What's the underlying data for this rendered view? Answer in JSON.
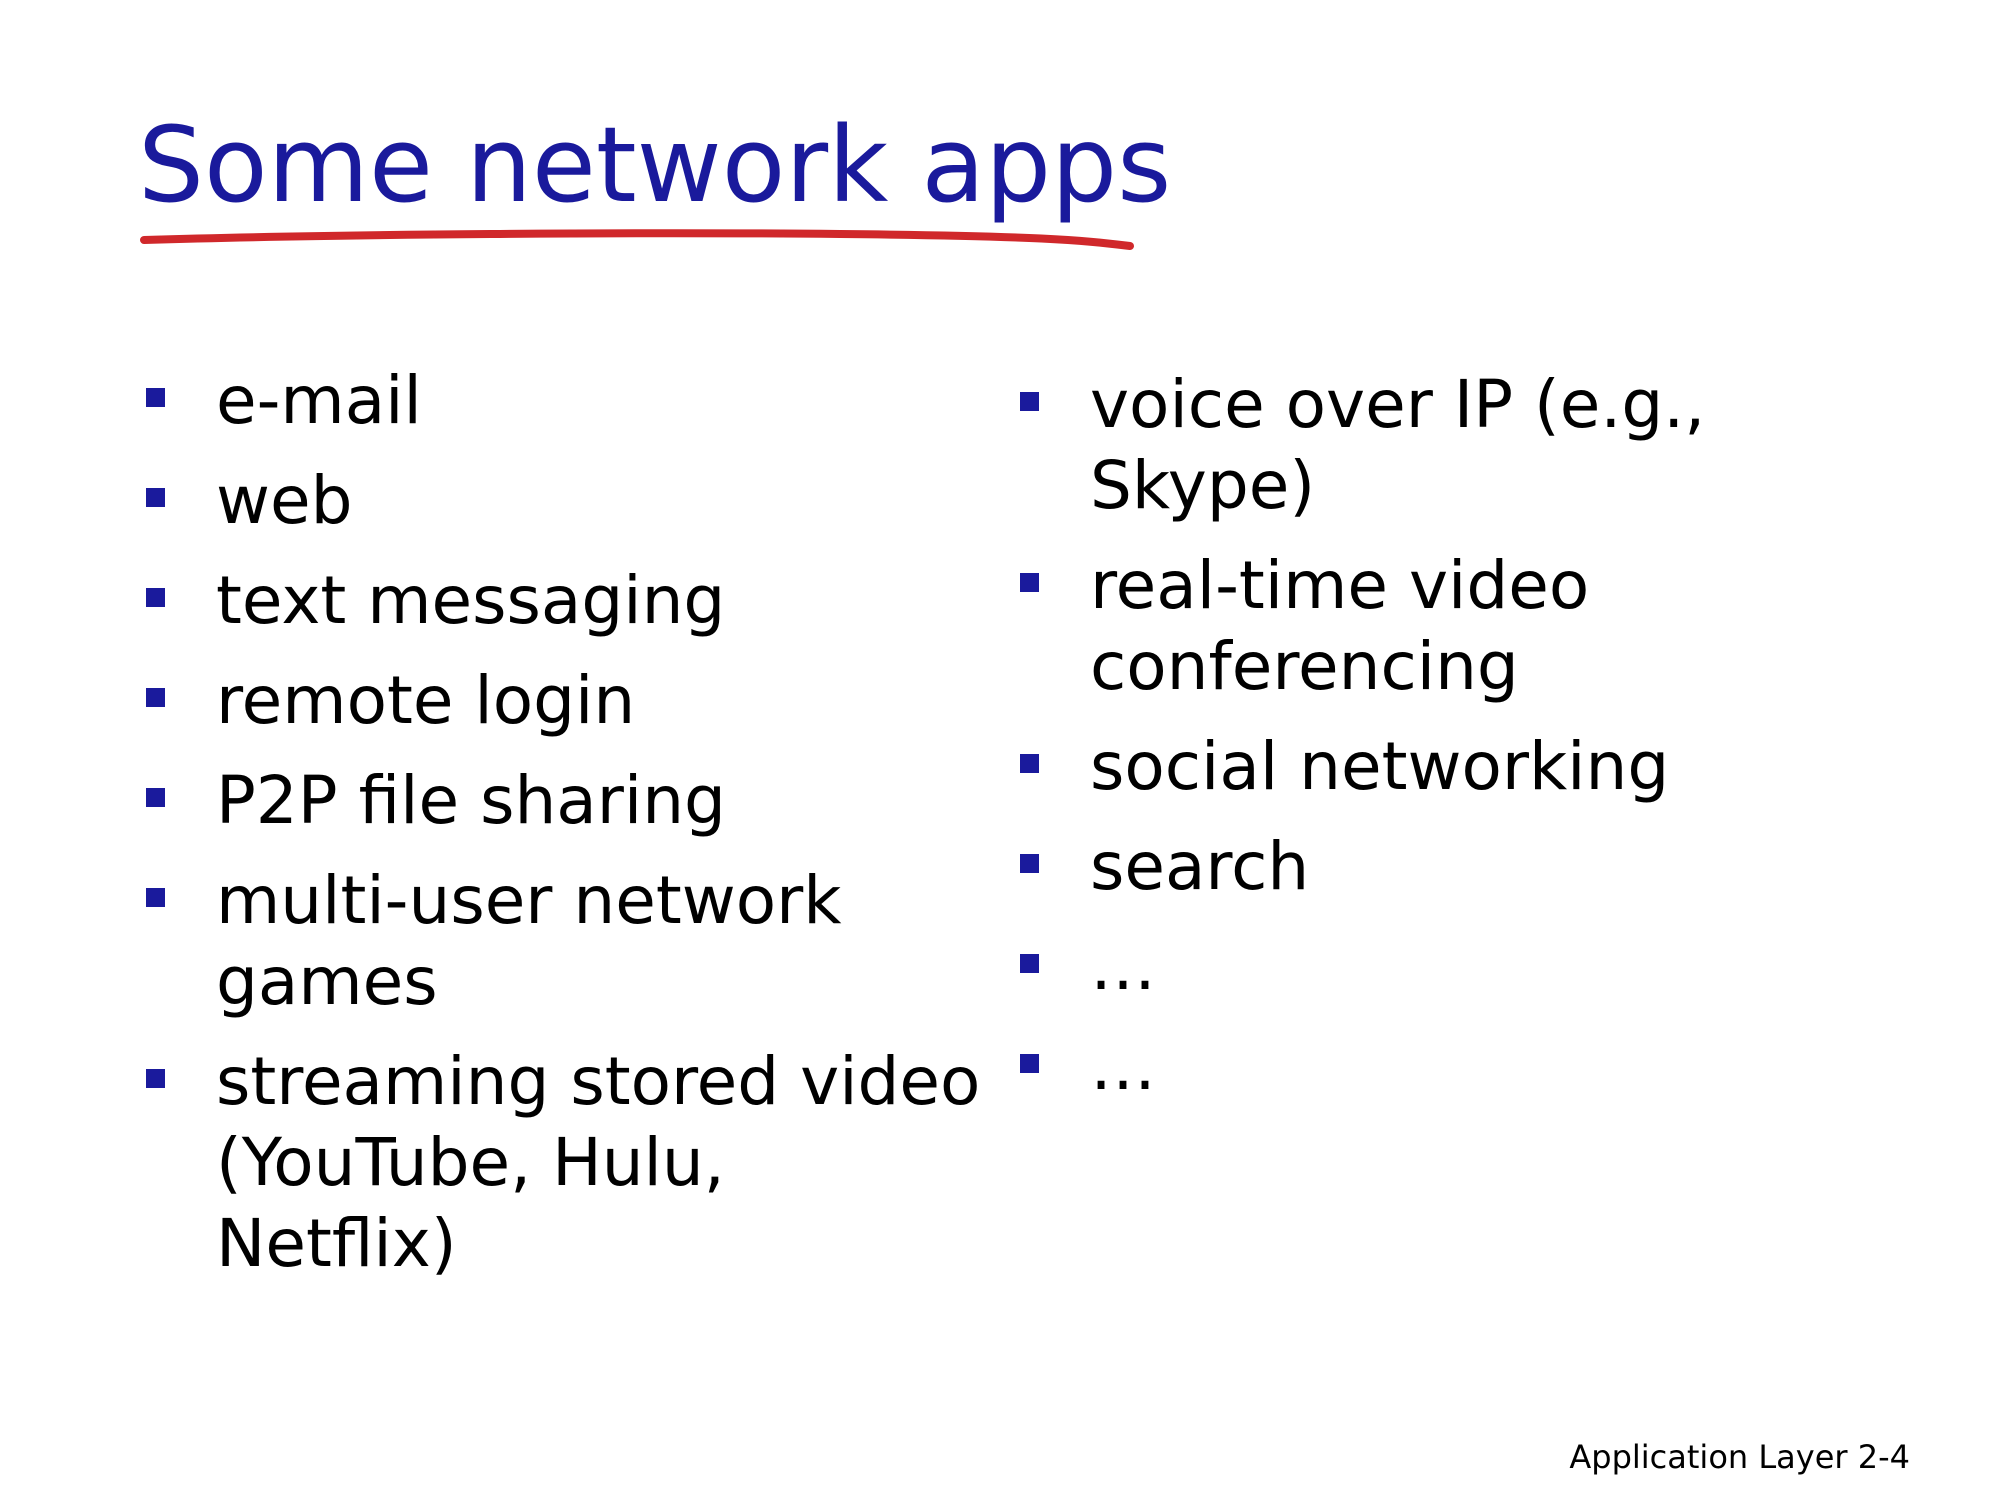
{
  "slide": {
    "title": "Some network apps",
    "footer": "Application Layer 2-4"
  },
  "colors": {
    "title": "#1a1a9c",
    "bullet": "#1a1a9c",
    "underline": "#d0282b",
    "text": "#000000"
  },
  "left_items": [
    "e-mail",
    "web",
    "text messaging",
    "remote login",
    "P2P file sharing",
    "multi-user network games",
    "streaming stored video (YouTube, Hulu, Netflix)"
  ],
  "right_items": [
    "voice over IP (e.g., Skype)",
    "real-time video conferencing",
    "social networking",
    "search",
    "…",
    "…"
  ]
}
